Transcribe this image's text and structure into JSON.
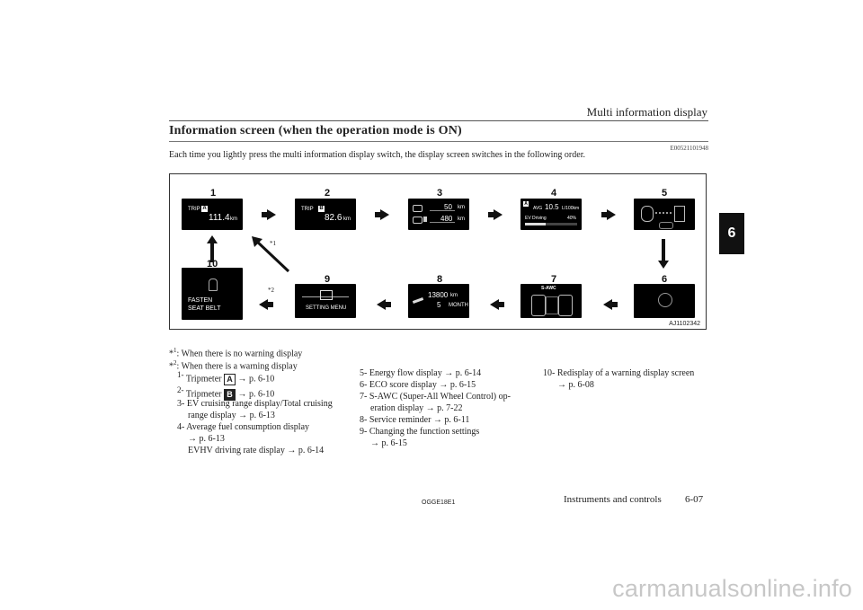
{
  "header": {
    "running_title": "Multi information display"
  },
  "section": {
    "title": "Information screen (when the operation mode is ON)",
    "code": "E00521101948",
    "intro": "Each time you lightly press the multi information display switch, the display screen switches in the following order."
  },
  "chapter_tab": "6",
  "figure": {
    "code": "AJ1102342",
    "numbers": [
      "1",
      "2",
      "3",
      "4",
      "5",
      "6",
      "7",
      "8",
      "9",
      "10"
    ],
    "screen1": {
      "label": "TRIP",
      "letter": "A",
      "value": "111.4",
      "unit": "km"
    },
    "screen2": {
      "label": "TRIP",
      "letter": "B",
      "value": "82.6",
      "unit": "km"
    },
    "screen3": {
      "value1": "50",
      "unit1": "km",
      "value2": "480",
      "unit2": "km"
    },
    "screen4": {
      "letter": "A",
      "avg": "AVG",
      "value": "10.5",
      "unit": "L/100km",
      "ev_label": "EV Driving",
      "ev_percent": "40%",
      "ev_fraction": 0.4
    },
    "screen7": {
      "label": "S-AWC"
    },
    "screen8": {
      "km": "13800",
      "km_unit": "km",
      "month": "5",
      "month_unit": "MONTH"
    },
    "screen9": {
      "label": "SETTING MENU"
    },
    "screen10": {
      "line1": "FASTEN",
      "line2": "SEAT BELT"
    },
    "mark1": "*1",
    "mark2": "*2"
  },
  "footnotes": {
    "n1_mark": "*",
    "n1_sup": "1",
    "n1_text": ": When there is no warning display",
    "n2_mark": "*",
    "n2_sup": "2",
    "n2_text": ": When there is a warning display"
  },
  "list_col1": {
    "i1_num": "1-",
    "i1_text": "Tripmeter",
    "i1_letter": "A",
    "i1_ref": "→ p. 6-10",
    "i2_num": "2-",
    "i2_text": "Tripmeter",
    "i2_letter": "B",
    "i2_ref": "→ p. 6-10",
    "i3_num": "3-",
    "i3_line1": "EV cruising range display/Total cruising",
    "i3_line2": "range display → p. 6-13",
    "i4_num": "4-",
    "i4_line1": "Average fuel consumption display",
    "i4_line2": "→ p. 6-13",
    "i4_line3": "EVHV driving rate display → p. 6-14"
  },
  "list_col2": {
    "i5": "5-  Energy flow display → p. 6-14",
    "i6": "6-  ECO score display → p. 6-15",
    "i7_line1": "7-  S-AWC (Super-All Wheel Control) op-",
    "i7_line2": "eration display → p. 7-22",
    "i8": "8-  Service reminder → p. 6-11",
    "i9_line1": "9-  Changing the function settings",
    "i9_line2": "→ p. 6-15"
  },
  "list_col3": {
    "i10_line1": "10- Redisplay of a warning display screen",
    "i10_line2": "→ p. 6-08"
  },
  "footer": {
    "doc_code": "OGGE18E1",
    "section": "Instruments and controls",
    "page": "6-07"
  },
  "watermark": "carmanualsonline.info"
}
